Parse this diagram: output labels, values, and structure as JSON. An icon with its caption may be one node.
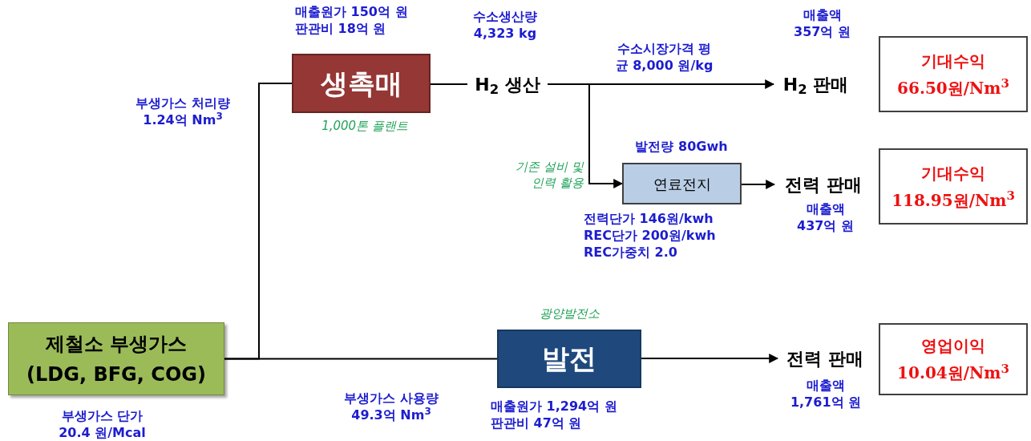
{
  "diagram": {
    "nodes": [
      {
        "text": [
          "제철소 부생가스",
          "(LDG, BFG, COG)"
        ],
        "beside": [
          "부생가스 단가 20.4 원/Mcal"
        ]
      },
      {
        "text": [
          "생촉매"
        ],
        "beside": [
          "매출원가 150억 원 판관비 18억 원",
          "1,000톤 플랜트"
        ]
      },
      {
        "text": [
          "H$_{2}$ 생산"
        ],
        "beside": [
          "수소생산량 4,323 kg"
        ]
      },
      {
        "text": [
          "H$_{2}$ 판매"
        ],
        "beside": [
          "매출액 357억 원"
        ]
      },
      {
        "text": [
          "기대수익",
          "66.50원/Nm$^{3}$"
        ]
      },
      {
        "text": [
          "연료전지"
        ],
        "beside": [
          "발전량 80Gwh",
          "전력단가 146원/kwh REC단가 200원/kwh REC가중치 2.0"
        ]
      },
      {
        "text": [
          "전력 판매"
        ],
        "beside": [
          "매출액 437억 원"
        ]
      },
      {
        "text": [
          "기대수익",
          "118.95원/Nm$^{3}$"
        ]
      },
      {
        "text": [
          "발전"
        ],
        "beside": [
          "광양발전소",
          "매출원가 1,294억 원 판관비 47억 원"
        ]
      },
      {
        "text": [
          "전력 판매"
        ],
        "beside": [
          "매출액 1,761억 원"
        ]
      },
      {
        "text": [
          "영업이익",
          "10.04원/Nm$^{3}$"
        ]
      }
    ],
    "edges": [
      {
        "from": 0,
        "to": 1,
        "arrow": "none",
        "label": "부생가스 처리량 1.24억 Nm$^{3}$"
      },
      {
        "from": 0,
        "to": 8,
        "arrow": "none",
        "label": "부생가스 사용량 49.3억 Nm$^{3}$"
      },
      {
        "from": 1,
        "to": 2,
        "arrow": "none"
      },
      {
        "from": 2,
        "to": 3,
        "arrow": "to",
        "label": "수소시장가격 평균 8,000 원/kg"
      },
      {
        "from": 2,
        "to": 5,
        "arrow": "to",
        "label": "기존 설비 및 인력 활용"
      },
      {
        "from": 5,
        "to": 6,
        "arrow": "to"
      },
      {
        "from": 8,
        "to": 9,
        "arrow": "to"
      }
    ]
  }
}
